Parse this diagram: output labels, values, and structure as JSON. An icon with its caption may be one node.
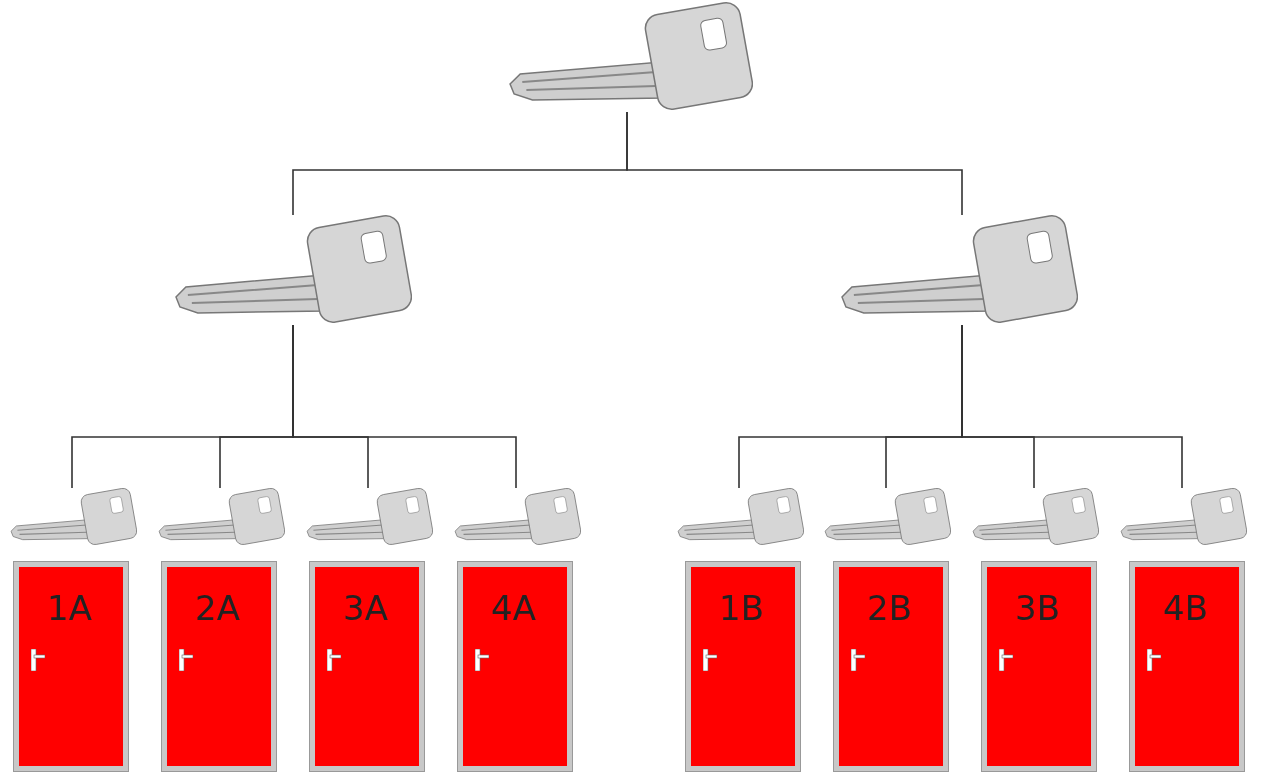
{
  "diagram": {
    "nodes": [
      {
        "text": [],
        "shape": "picture"
      },
      {
        "text": [],
        "shape": "picture"
      },
      {
        "text": [],
        "shape": "picture"
      },
      {
        "text": [],
        "shape": "picture"
      },
      {
        "text": [],
        "shape": "picture"
      },
      {
        "text": [],
        "shape": "picture"
      },
      {
        "text": [],
        "shape": "picture"
      },
      {
        "text": [],
        "shape": "picture"
      },
      {
        "text": [],
        "shape": "picture"
      },
      {
        "text": [],
        "shape": "picture"
      },
      {
        "text": [],
        "shape": "picture"
      },
      {
        "text": [
          "1A"
        ]
      },
      {
        "text": [
          "2A"
        ]
      },
      {
        "text": [
          "3A"
        ]
      },
      {
        "text": [
          "4A"
        ]
      },
      {
        "text": [
          "1B"
        ]
      },
      {
        "text": [
          "2B"
        ]
      },
      {
        "text": [
          "3B"
        ]
      },
      {
        "text": [
          "4B"
        ]
      }
    ],
    "edges": [
      {
        "from": 0,
        "to": 1,
        "arrow": "none"
      },
      {
        "from": 0,
        "to": 2,
        "arrow": "none"
      },
      {
        "from": 1,
        "to": 3,
        "arrow": "none"
      },
      {
        "from": 1,
        "to": 4,
        "arrow": "none"
      },
      {
        "from": 1,
        "to": 5,
        "arrow": "none"
      },
      {
        "from": 1,
        "to": 6,
        "arrow": "none"
      },
      {
        "from": 2,
        "to": 7,
        "arrow": "none"
      },
      {
        "from": 2,
        "to": 8,
        "arrow": "none"
      },
      {
        "from": 2,
        "to": 9,
        "arrow": "none"
      },
      {
        "from": 2,
        "to": 10,
        "arrow": "none"
      }
    ]
  }
}
